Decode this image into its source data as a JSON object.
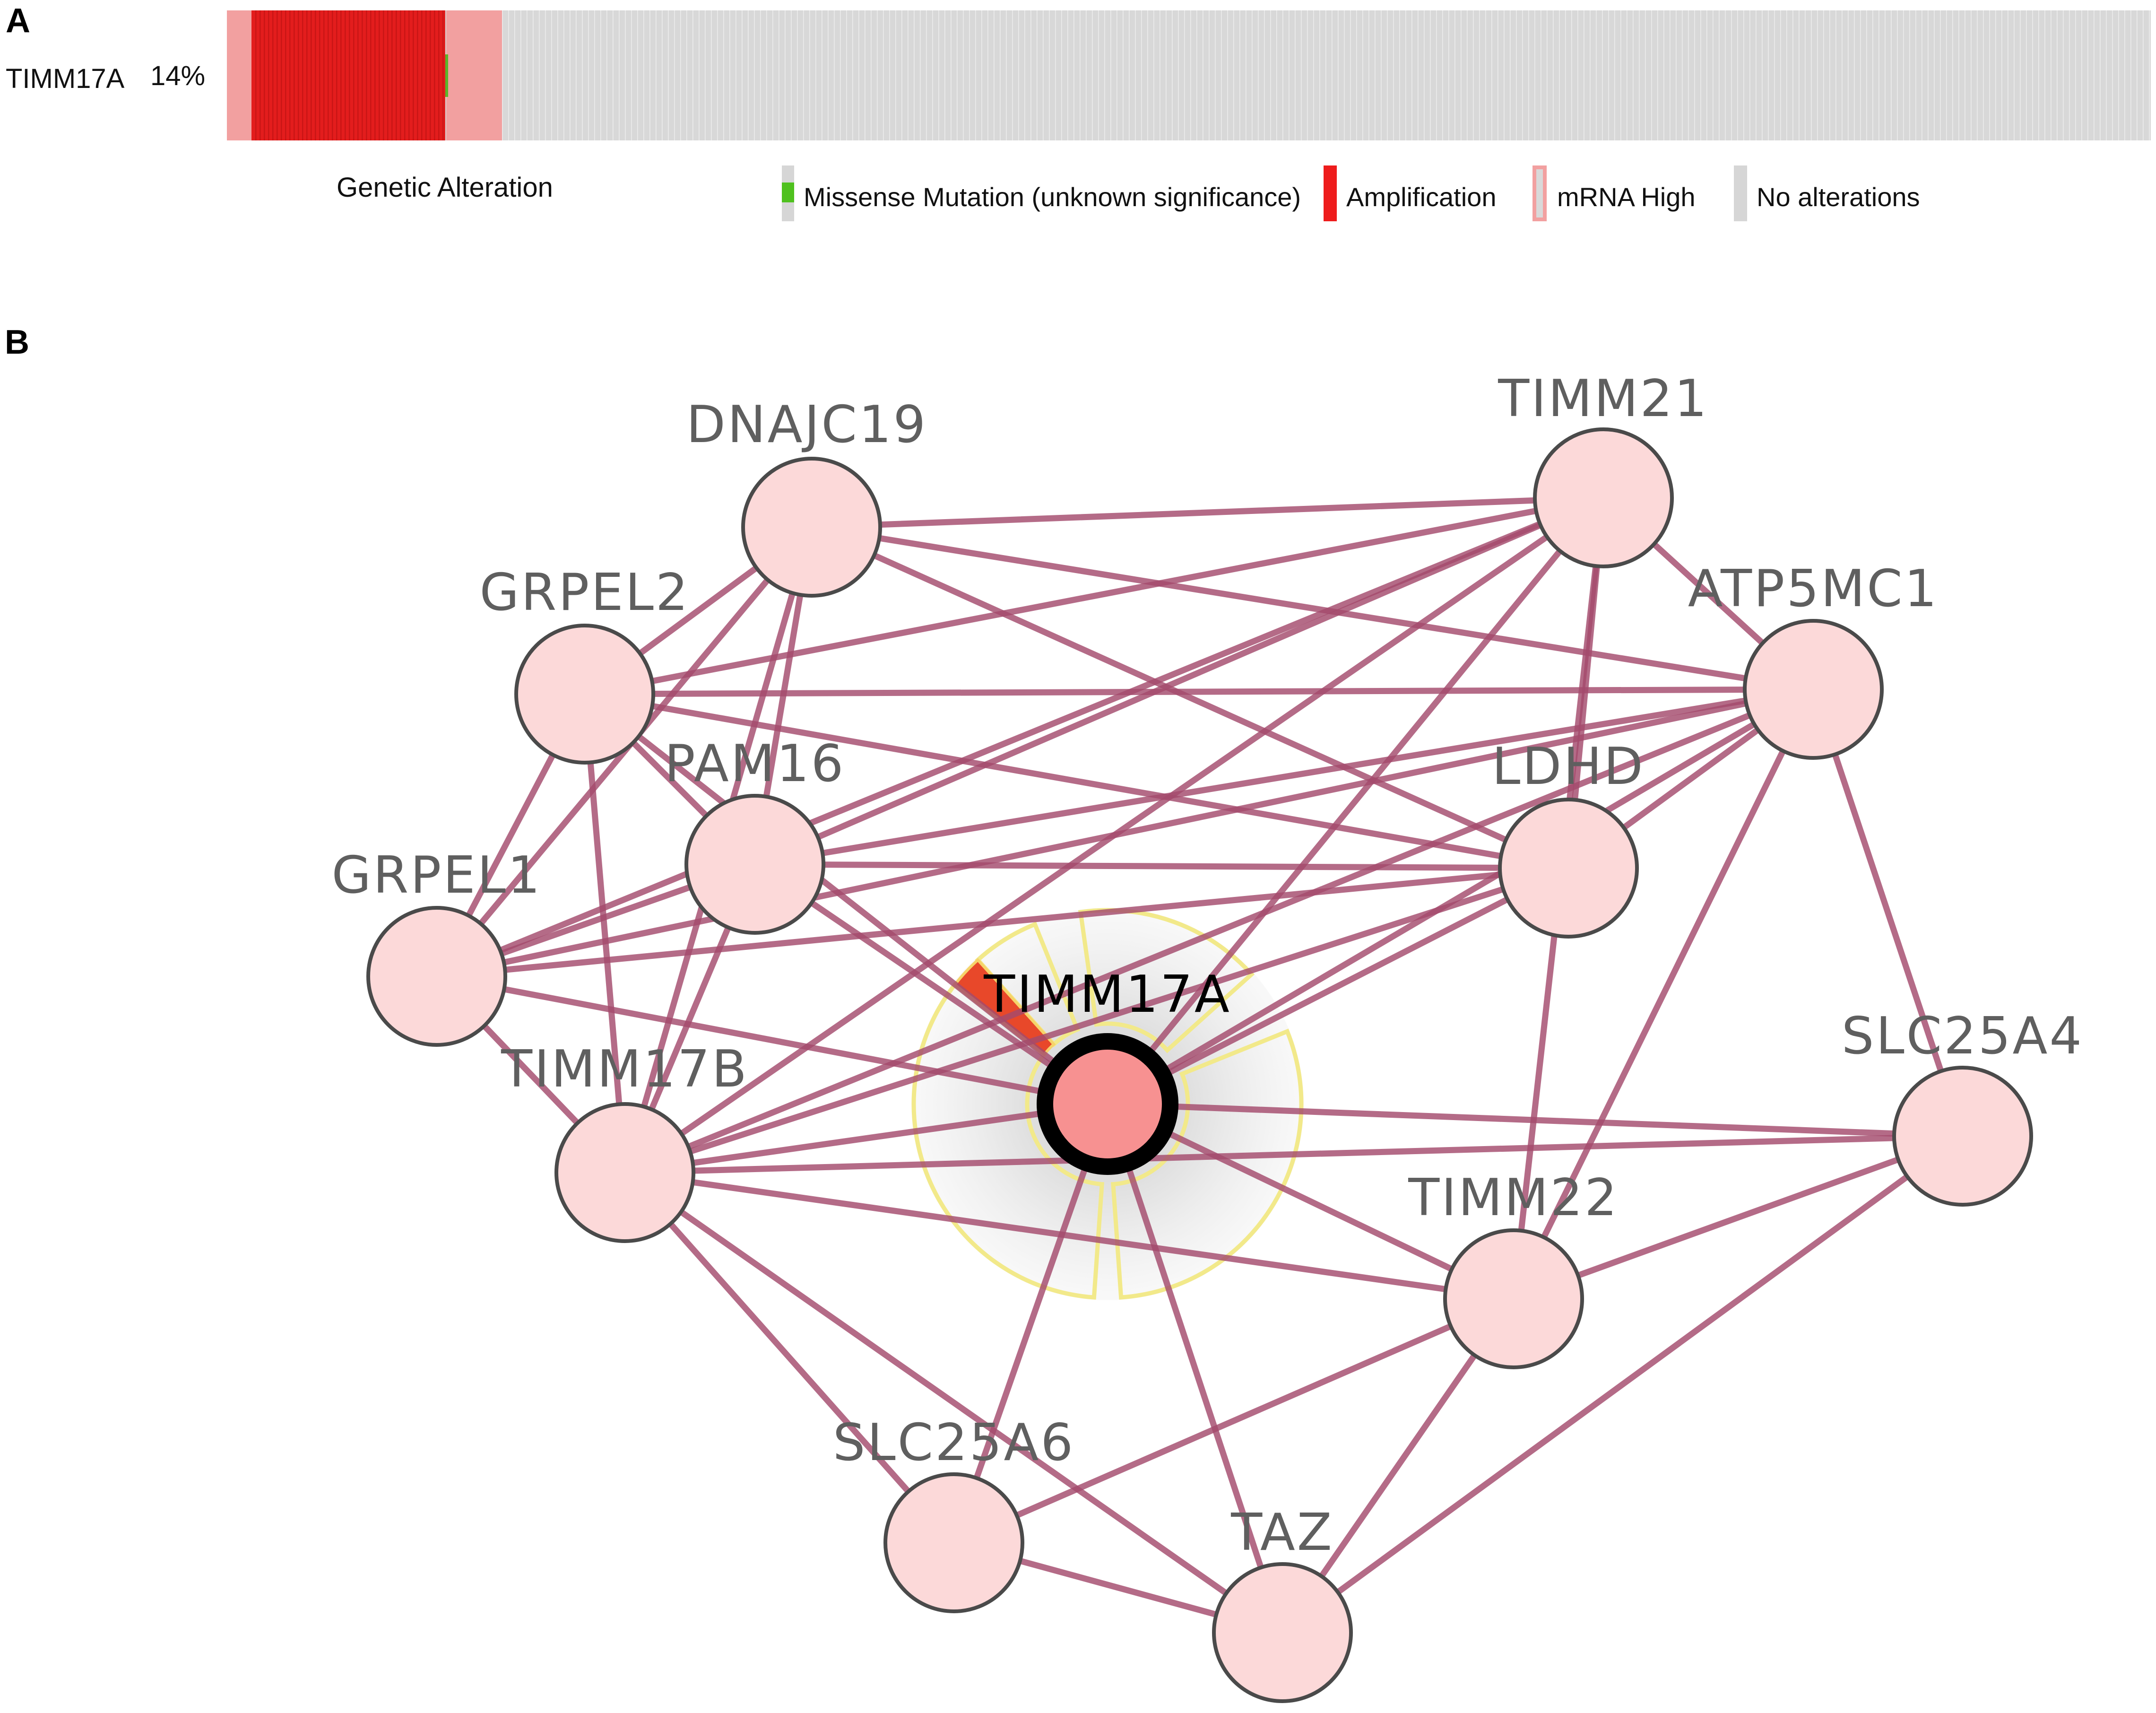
{
  "panels": {
    "a": "A",
    "b": "B"
  },
  "oncoprint": {
    "gene": "TIMM17A",
    "percent": "14%",
    "track_label": "Genetic Alteration",
    "alteration_fraction": 0.14,
    "legend": [
      {
        "label": "Missense Mutation (unknown significance)",
        "color": "#4fc11e"
      },
      {
        "label": "Amplification",
        "color": "#ee1c1c"
      },
      {
        "label": "mRNA High",
        "color": "#f2a0a0"
      },
      {
        "label": "No alterations",
        "color": "#d6d6d6"
      }
    ]
  },
  "network": {
    "query_gene": "TIMM17A",
    "nodes": [
      {
        "id": "DNAJC19",
        "label": "DNAJC19"
      },
      {
        "id": "TIMM21",
        "label": "TIMM21"
      },
      {
        "id": "GRPEL2",
        "label": "GRPEL2"
      },
      {
        "id": "ATP5MC1",
        "label": "ATP5MC1"
      },
      {
        "id": "PAM16",
        "label": "PAM16"
      },
      {
        "id": "LDHD",
        "label": "LDHD"
      },
      {
        "id": "GRPEL1",
        "label": "GRPEL1"
      },
      {
        "id": "TIMM17A",
        "label": "TIMM17A"
      },
      {
        "id": "TIMM17B",
        "label": "TIMM17B"
      },
      {
        "id": "SLC25A4",
        "label": "SLC25A4"
      },
      {
        "id": "TIMM22",
        "label": "TIMM22"
      },
      {
        "id": "SLC25A6",
        "label": "SLC25A6"
      },
      {
        "id": "TAZ",
        "label": "TAZ"
      }
    ],
    "edges": [
      [
        "DNAJC19",
        "TIMM21"
      ],
      [
        "DNAJC19",
        "ATP5MC1"
      ],
      [
        "DNAJC19",
        "LDHD"
      ],
      [
        "DNAJC19",
        "GRPEL2"
      ],
      [
        "DNAJC19",
        "PAM16"
      ],
      [
        "DNAJC19",
        "GRPEL1"
      ],
      [
        "DNAJC19",
        "TIMM17B"
      ],
      [
        "TIMM21",
        "GRPEL2"
      ],
      [
        "TIMM21",
        "PAM16"
      ],
      [
        "TIMM21",
        "GRPEL1"
      ],
      [
        "TIMM21",
        "TIMM17B"
      ],
      [
        "TIMM21",
        "LDHD"
      ],
      [
        "TIMM21",
        "ATP5MC1"
      ],
      [
        "TIMM21",
        "TIMM17A"
      ],
      [
        "TIMM21",
        "TIMM22"
      ],
      [
        "GRPEL2",
        "ATP5MC1"
      ],
      [
        "GRPEL2",
        "LDHD"
      ],
      [
        "GRPEL2",
        "GRPEL1"
      ],
      [
        "GRPEL2",
        "TIMM17B"
      ],
      [
        "GRPEL2",
        "PAM16"
      ],
      [
        "GRPEL2",
        "TIMM17A"
      ],
      [
        "ATP5MC1",
        "PAM16"
      ],
      [
        "ATP5MC1",
        "LDHD"
      ],
      [
        "ATP5MC1",
        "GRPEL1"
      ],
      [
        "ATP5MC1",
        "TIMM17B"
      ],
      [
        "ATP5MC1",
        "TIMM17A"
      ],
      [
        "ATP5MC1",
        "SLC25A4"
      ],
      [
        "ATP5MC1",
        "TIMM22"
      ],
      [
        "PAM16",
        "LDHD"
      ],
      [
        "PAM16",
        "TIMM17A"
      ],
      [
        "PAM16",
        "TIMM17B"
      ],
      [
        "PAM16",
        "GRPEL1"
      ],
      [
        "LDHD",
        "GRPEL1"
      ],
      [
        "LDHD",
        "TIMM17B"
      ],
      [
        "LDHD",
        "TIMM17A"
      ],
      [
        "GRPEL1",
        "TIMM17B"
      ],
      [
        "GRPEL1",
        "TIMM17A"
      ],
      [
        "TIMM17A",
        "TIMM17B"
      ],
      [
        "TIMM17A",
        "SLC25A4"
      ],
      [
        "TIMM17A",
        "TIMM22"
      ],
      [
        "TIMM17A",
        "SLC25A6"
      ],
      [
        "TIMM17A",
        "TAZ"
      ],
      [
        "TIMM17B",
        "SLC25A4"
      ],
      [
        "TIMM17B",
        "TIMM22"
      ],
      [
        "TIMM17B",
        "SLC25A6"
      ],
      [
        "TIMM17B",
        "TAZ"
      ],
      [
        "SLC25A4",
        "TIMM22"
      ],
      [
        "SLC25A4",
        "TAZ"
      ],
      [
        "TIMM22",
        "SLC25A6"
      ],
      [
        "TIMM22",
        "TAZ"
      ],
      [
        "SLC25A6",
        "TAZ"
      ]
    ],
    "colors": {
      "edge": "#a34a6d",
      "node_fill": "#fcd9d9",
      "node_stroke": "#4a4a4a",
      "query_fill": "#f79191",
      "query_ring": "#000000",
      "halo_outline": "#f2e98a",
      "alteration_wedge": "#e8482a"
    }
  }
}
